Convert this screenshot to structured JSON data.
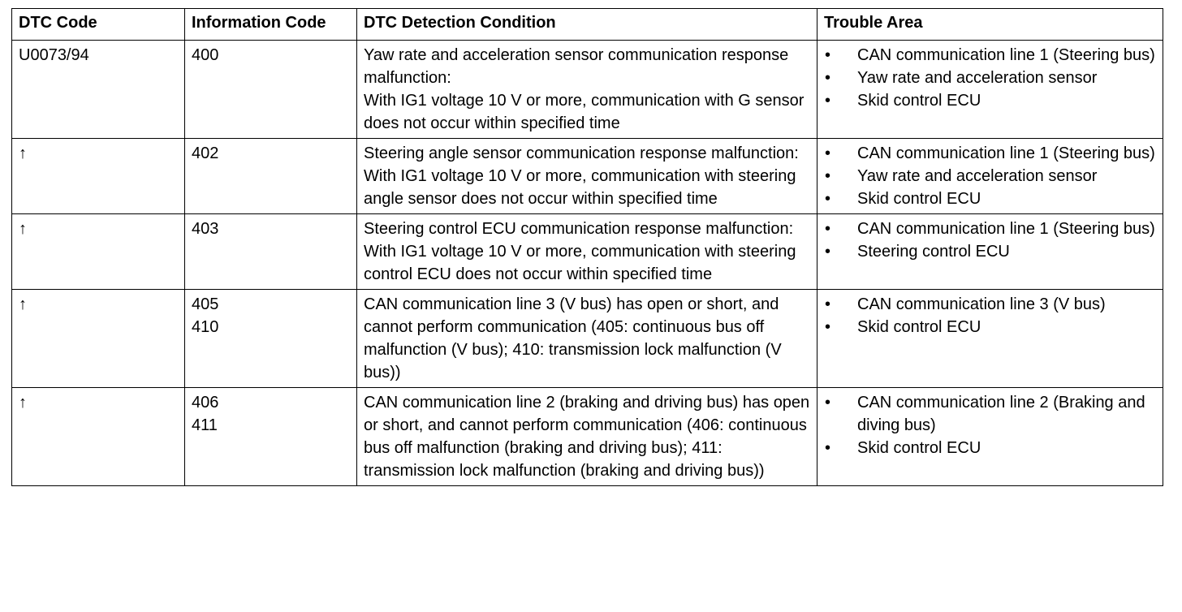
{
  "headers": [
    "DTC Code",
    "Information Code",
    "DTC Detection Condition",
    "Trouble Area"
  ],
  "rows": [
    {
      "dtc": "U0073/94",
      "info": [
        "400"
      ],
      "condition": [
        "Yaw rate and acceleration sensor communication response malfunction:",
        "With IG1 voltage 10 V or more, communication with G sensor does not occur within specified time"
      ],
      "areas": [
        "CAN communication line 1 (Steering bus)",
        "Yaw rate and acceleration sensor",
        "Skid control ECU"
      ]
    },
    {
      "dtc": "↑",
      "info": [
        "402"
      ],
      "condition": [
        "Steering angle sensor communication response malfunction:",
        "With IG1 voltage 10 V or more, communication with steering angle sensor does not occur within specified time"
      ],
      "areas": [
        "CAN communication line 1 (Steering bus)",
        "Yaw rate and acceleration sensor",
        "Skid control ECU"
      ]
    },
    {
      "dtc": "↑",
      "info": [
        "403"
      ],
      "condition": [
        "Steering control ECU communication response malfunction:",
        "With IG1 voltage 10 V or more, communication with steering control ECU does not occur within specified time"
      ],
      "areas": [
        "CAN communication line 1 (Steering bus)",
        "Steering control ECU"
      ]
    },
    {
      "dtc": "↑",
      "info": [
        "405",
        "410"
      ],
      "condition": [
        "CAN communication line 3 (V bus) has open or short, and cannot perform communication (405: continuous bus off malfunction (V bus); 410: transmission lock malfunction (V bus))"
      ],
      "areas": [
        "CAN communication line 3 (V bus)",
        "Skid control ECU"
      ]
    },
    {
      "dtc": "↑",
      "info": [
        "406",
        "411"
      ],
      "condition": [
        "CAN communication line 2 (braking and driving bus) has open or short, and cannot perform communication (406: continuous bus off malfunction (braking and driving bus); 411: transmission lock malfunction (braking and driving bus))"
      ],
      "areas": [
        "CAN communication line 2 (Braking and diving bus)",
        "Skid control ECU"
      ]
    }
  ],
  "bullet_glyph": "•"
}
